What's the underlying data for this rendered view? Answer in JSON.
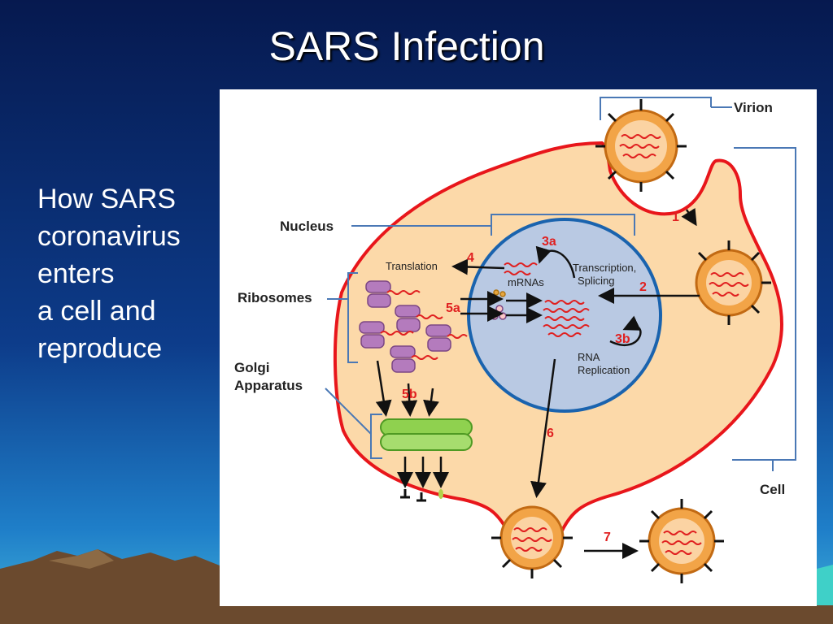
{
  "slide": {
    "title": "SARS Infection",
    "body_lines": [
      "How SARS",
      "coronavirus",
      "enters",
      "a cell and",
      "reproduce"
    ]
  },
  "colors": {
    "bg_top": "#06194f",
    "bg_bottom": "#1f7fc9",
    "cell_fill": "#fcd9a9",
    "cell_border": "#e8161b",
    "nucleus_fill": "#b9c9e3",
    "nucleus_border": "#1a63ae",
    "ribosome": "#b47bbd",
    "golgi": "#8fd14f",
    "rna": "#e02020",
    "step": "#e02020",
    "bracket": "#4a78b5"
  },
  "diagram": {
    "labels": {
      "virion": "Virion",
      "nucleus": "Nucleus",
      "ribosomes": "Ribosomes",
      "golgi_line1": "Golgi",
      "golgi_line2": "Apparatus",
      "cell": "Cell"
    },
    "texts": {
      "translation": "Translation",
      "mrnas": "mRNAs",
      "transcription": "Transcription,",
      "splicing": "Splicing",
      "rna": "RNA",
      "replication": "Replication"
    },
    "steps": {
      "s1": "1",
      "s2": "2",
      "s3a": "3a",
      "s3b": "3b",
      "s4": "4",
      "s5a": "5a",
      "s5b": "5b",
      "s6": "6",
      "s7": "7"
    }
  }
}
